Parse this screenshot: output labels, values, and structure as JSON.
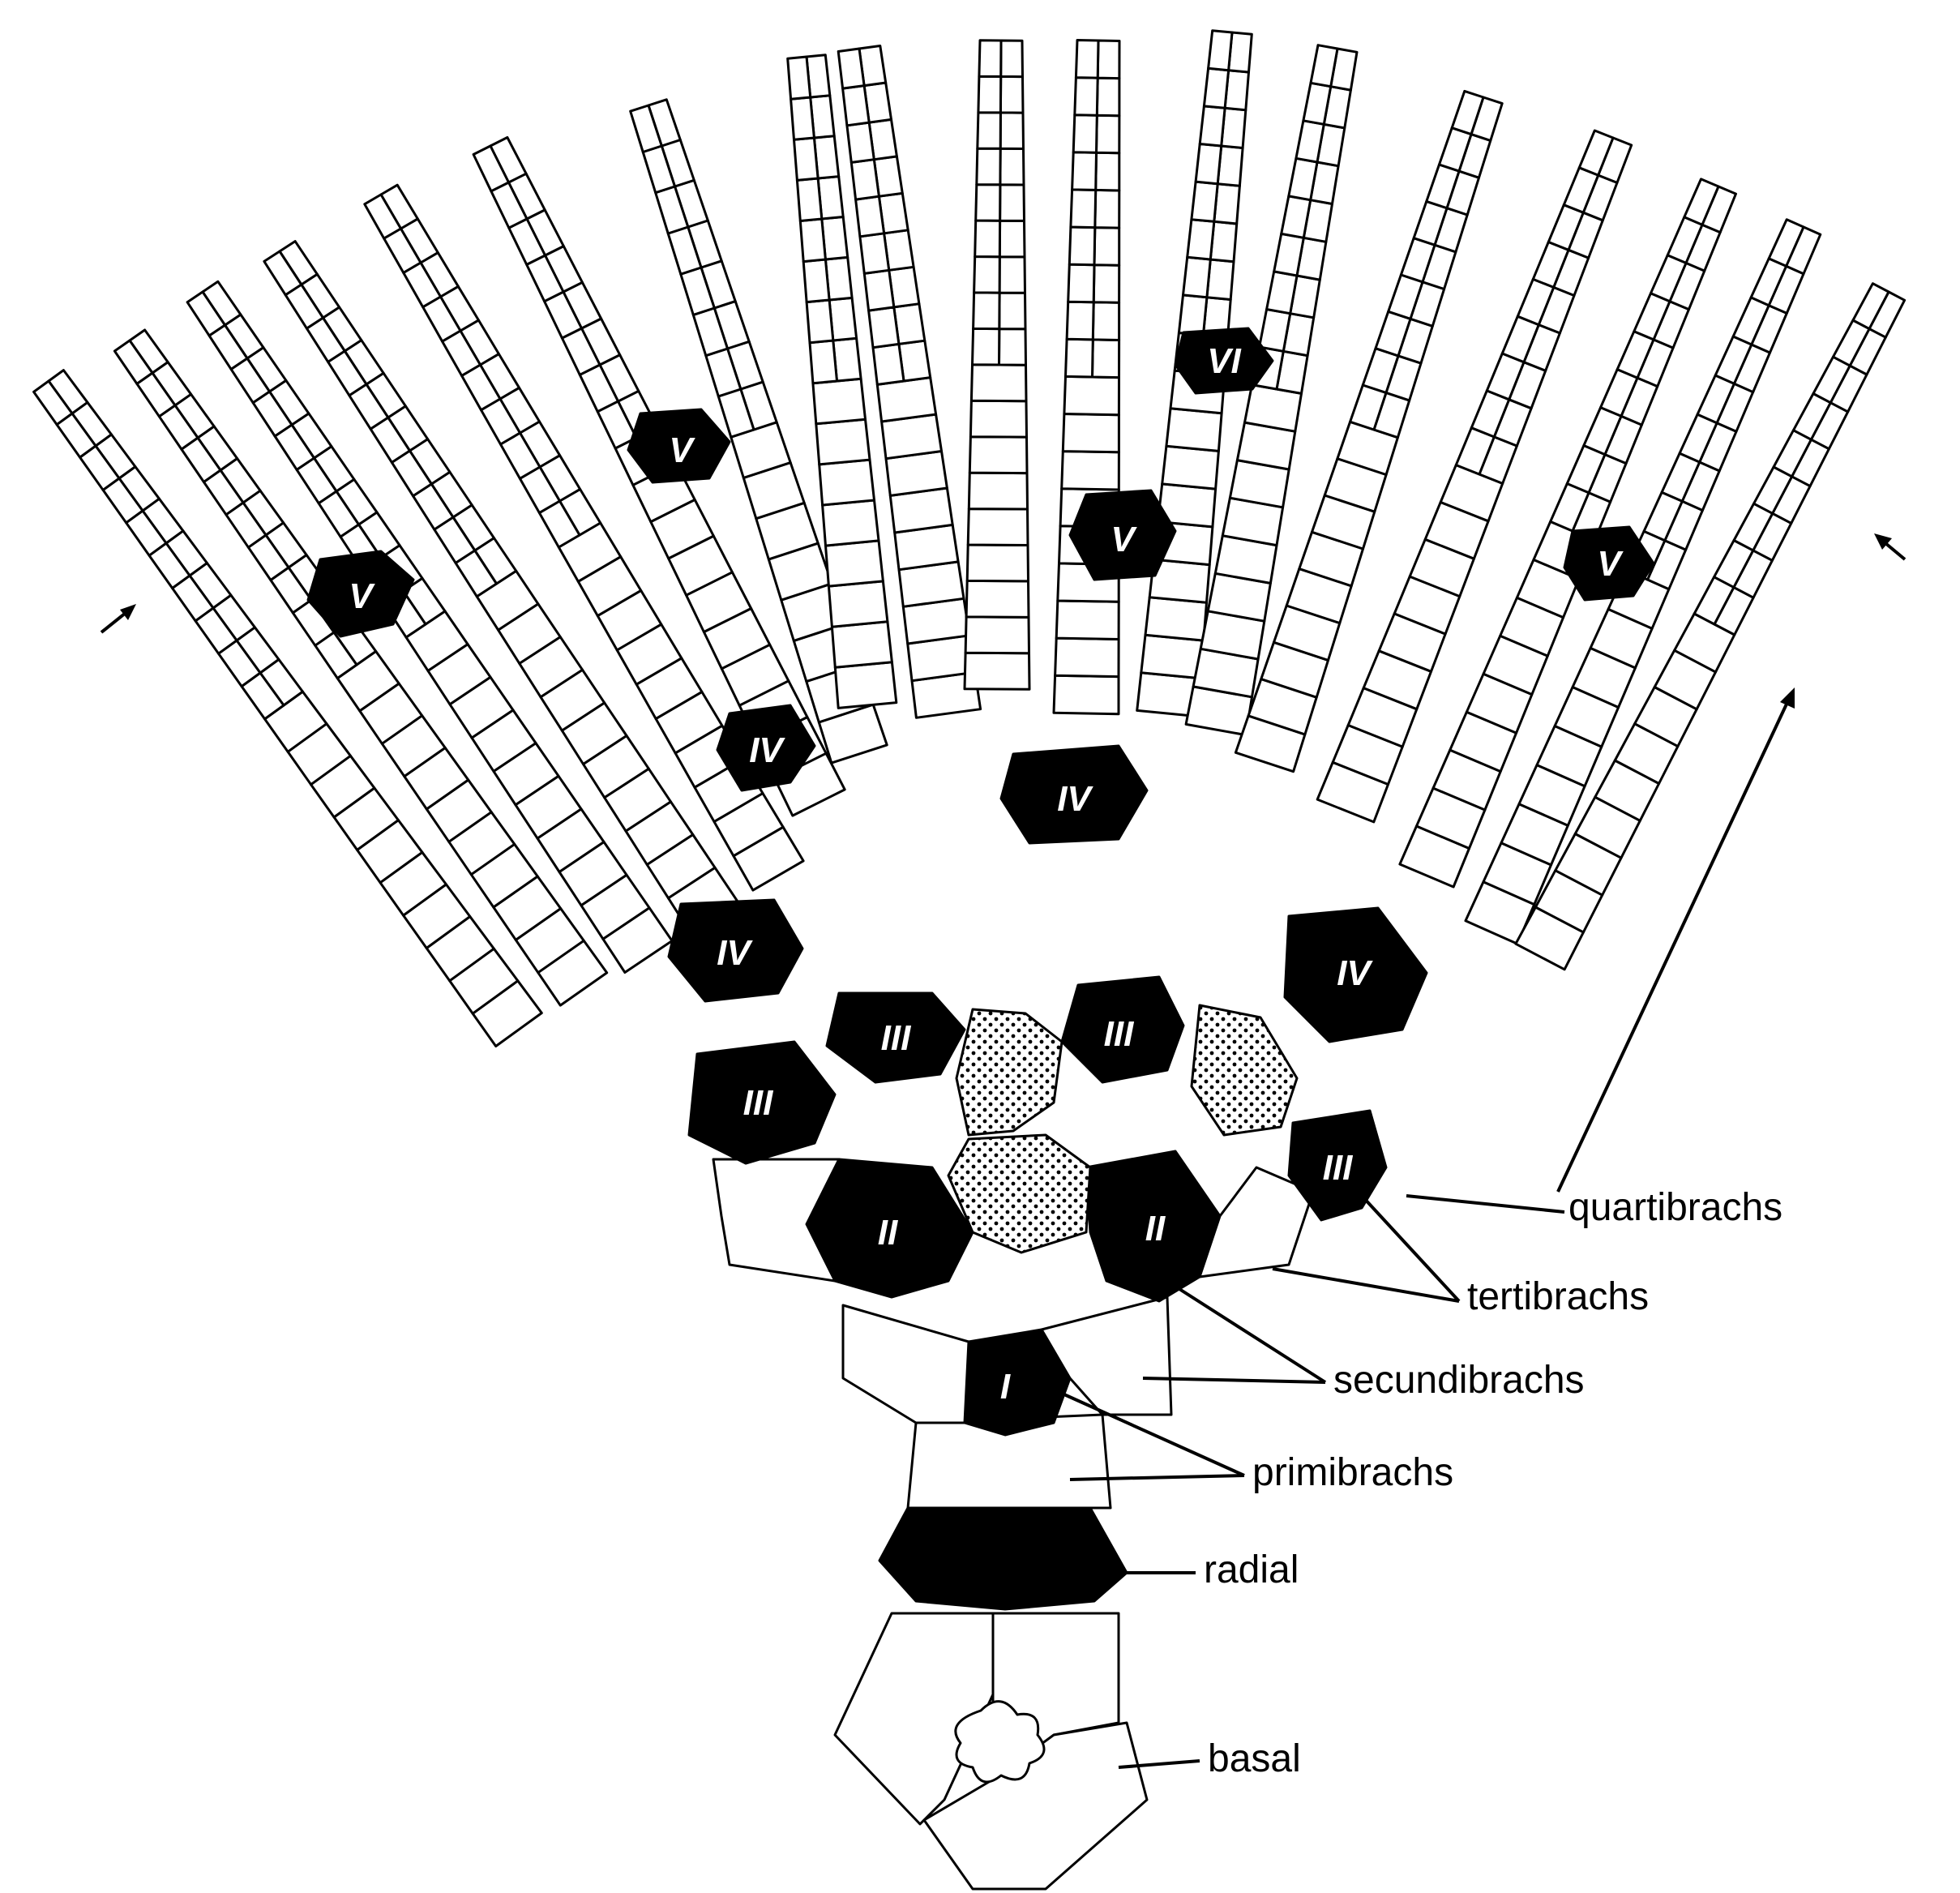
{
  "labels": {
    "quartibrachs": "quartibrachs",
    "tertibrachs": "tertibrachs",
    "secundibrachs": "secundibrachs",
    "primibrachs": "primibrachs",
    "radial": "radial",
    "basal": "basal"
  },
  "numerals": {
    "first": "I",
    "second": "II",
    "third": "III",
    "fourth": "IV",
    "fifth": "V",
    "sixth": "VI"
  },
  "colors": {
    "plate_fill": "#ffffff",
    "outline": "#000000",
    "axillary_fill": "#000000",
    "stipple_fill": "#000000"
  }
}
